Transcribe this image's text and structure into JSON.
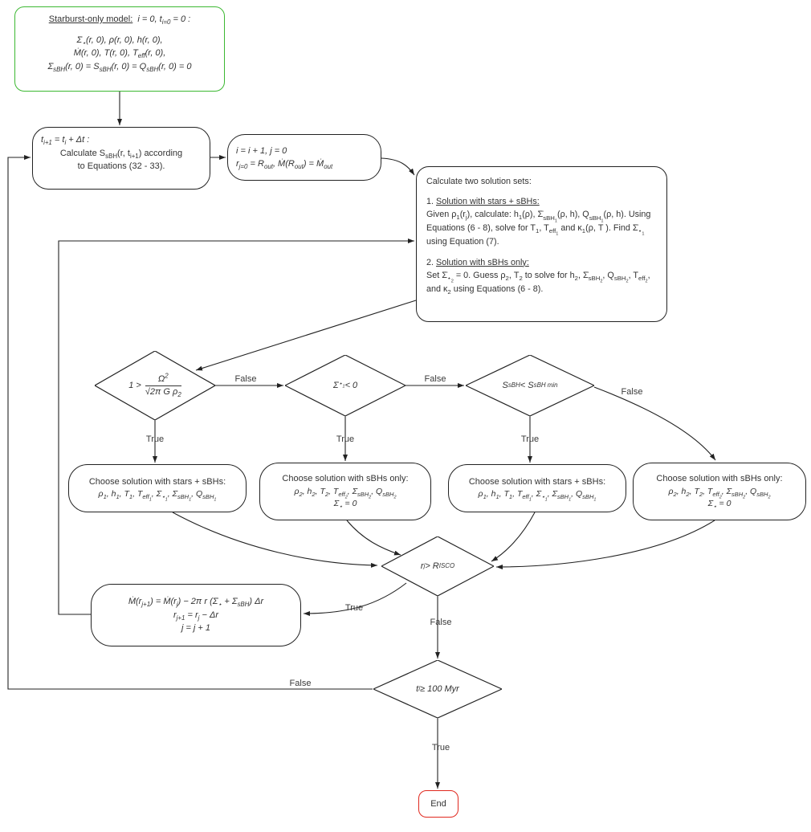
{
  "labels": {
    "true_label": "True",
    "false_label": "False"
  },
  "colors": {
    "start_border": "#3cb832",
    "end_border": "#e0281e",
    "line": "#222222"
  },
  "nodes": {
    "start": {
      "title": "Starburst-only model:",
      "title_rest": "i = 0, t_{i=0} = 0 :",
      "lines": [
        "Σ̇_{⋆}(r, 0), ρ(r, 0), h(r, 0),",
        "Ṁ(r, 0), T(r, 0), T_{eff}(r, 0),",
        "Σ̇_{sBH}(r, 0) = S_{sBH}(r, 0) = Q_{sBH}(r, 0) = 0"
      ]
    },
    "tstep": {
      "line1": "t_{i+1} = t_{i} + Δt :",
      "line2": "Calculate S_{sBH}(r, t_{i+1}) according",
      "line3": "to Equations (32 - 33)."
    },
    "initj": {
      "line1": "i = i + 1,  j = 0",
      "line2": "r_{j=0} = R_{out},  Ṁ(R_{out}) = Ṁ_{out}"
    },
    "calc": {
      "intro": "Calculate two solution sets:",
      "s1_num": "1.",
      "s1_label": "Solution with stars + sBHs:",
      "s1_body": "Given ρ_{1}(r_{j}), calculate: h_{1}(ρ), Σ̇_{sBH_{1}}(ρ, h), Q_{sBH_{1}}(ρ, h). Using Equations (6 - 8), solve for T_{1}, T_{eff_{1}} and κ_{1}(ρ, T ). Find Σ̇_{⋆_{1}} using Equation (7).",
      "s2_num": "2.",
      "s2_label": "Solution with sBHs only:",
      "s2_body": "Set Σ̇_{⋆_{2}} = 0. Guess ρ_{2}, T_{2} to solve for h_{2}, Σ̇_{sBH_{2}}, Q_{sBH_{2}}, T_{eff_{2}}, and κ_{2} using Equations (6 - 8)."
    },
    "d_omega": {
      "prefix": "1 >",
      "numerator": "Ω^{2}",
      "denominator": "√2π G ρ_{2}"
    },
    "d_sigma": {
      "label": "Σ̇_{⋆_{1}} < 0"
    },
    "d_s": {
      "label": "S_{sBH} < S_{sBH min}"
    },
    "choose_stars": {
      "line1": "Choose solution with stars + sBHs:",
      "line2": "ρ_{1}, h_{1}, T_{1}, T_{eff_{1}}, Σ̇_{⋆_{1}}, Σ̇_{sBH_{1}}, Q_{sBH_{1}}"
    },
    "choose_sbh": {
      "line1": "Choose solution with sBHs only:",
      "line2": "ρ_{2}, h_{2}, T_{2}, T_{eff_{2}}, Σ̇_{sBH_{2}}, Q_{sBH_{2}}",
      "line3": "Σ̇_{⋆} = 0"
    },
    "d_risco": {
      "label": "r_{j} > R_{ISCO}"
    },
    "update": {
      "line1": "Ṁ(r_{j+1}) = Ṁ(r_{j}) − 2π r (Σ̇_{⋆} + Σ̇_{sBH}) Δr",
      "line2": "r_{j+1} = r_{j} − Δr",
      "line3": "j = j + 1"
    },
    "d_time": {
      "label": "t_{i} ≥ 100 Myr"
    },
    "end_node": {
      "label": "End"
    }
  }
}
